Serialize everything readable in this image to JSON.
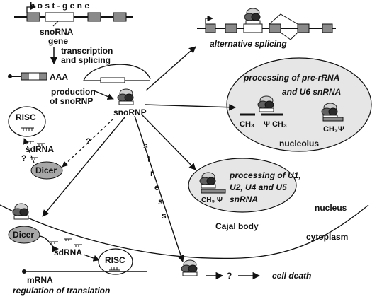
{
  "host_gene": {
    "label": "h o s t - g e n e"
  },
  "snorna_gene": {
    "line1": "snoRNA",
    "line2": "gene"
  },
  "transcription": {
    "line1": "transcription",
    "line2": "and splicing"
  },
  "polya": {
    "label": "AAA"
  },
  "production": {
    "line1": "production",
    "line2": "of snoRNP"
  },
  "snornp": {
    "label": "snoRNP"
  },
  "alternative_splicing": {
    "label": "alternative splicing"
  },
  "nucleolus": {
    "title1": "processing of pre-rRNA",
    "title2": "and U6 snRNA",
    "ch3_left": "CH₃",
    "psi_ch3": "Ψ CH₃",
    "ch3_psi_right": "CH₃Ψ",
    "label": "nucleolus"
  },
  "cajal": {
    "line1": "processing of U1,",
    "line2": "U2, U4 and U5",
    "line3": "snRNA",
    "ch3_psi": "CH₃ Ψ",
    "label": "Cajal body"
  },
  "stress": {
    "letters": [
      "s",
      "t",
      "r",
      "e",
      "s",
      "s"
    ]
  },
  "nucleus": {
    "label": "nucleus"
  },
  "cytoplasm": {
    "label": "cytoplasm"
  },
  "risc_top": {
    "label": "RISC"
  },
  "sdrna_top": {
    "label": "sdRNA"
  },
  "dicer_top": {
    "label": "Dicer"
  },
  "question_marks": {
    "q1": "?",
    "q2": "?",
    "q3": "?"
  },
  "dicer_bottom": {
    "label": "Dicer"
  },
  "sdrna_bottom": {
    "label": "sdRNA"
  },
  "risc_bottom": {
    "label": "RISC"
  },
  "mrna": {
    "label": "mRNA"
  },
  "regulation": {
    "label": "regulation of translation"
  },
  "cell_death": {
    "label": "cell death"
  }
}
